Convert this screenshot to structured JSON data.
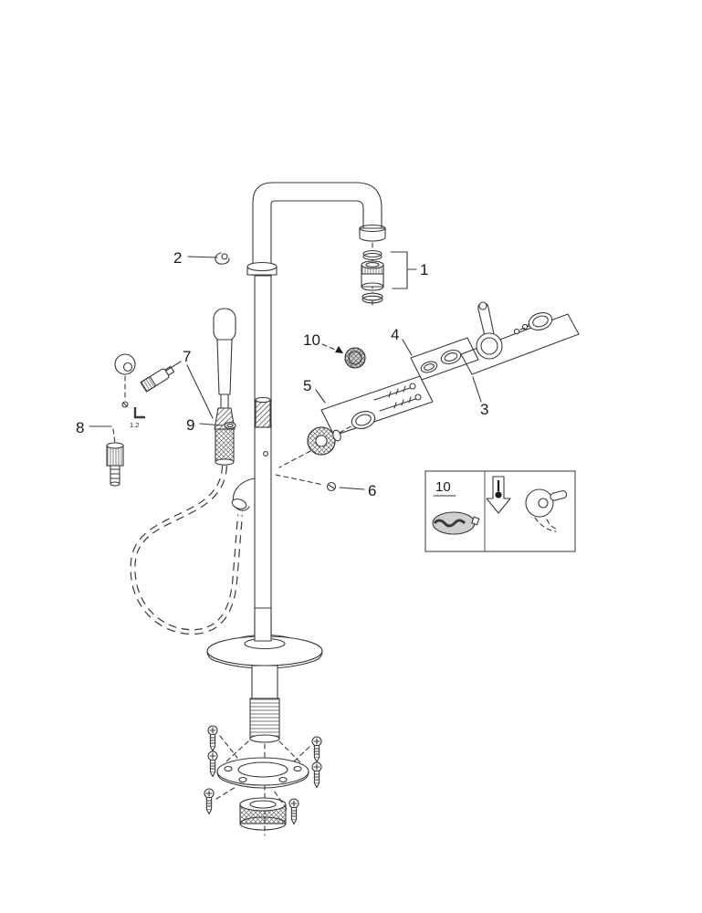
{
  "callouts": {
    "n1": "1",
    "n2": "2",
    "n3": "3",
    "n4": "4",
    "n5": "5",
    "n6": "6",
    "n7": "7",
    "n8": "8",
    "n9": "9",
    "n10": "10"
  },
  "inset": {
    "label": "10"
  },
  "small_text": {
    "allen_key_size": "1.2"
  },
  "colors": {
    "line": "#3a3a3a",
    "shade": "#cfcfcf",
    "background": "#ffffff"
  }
}
